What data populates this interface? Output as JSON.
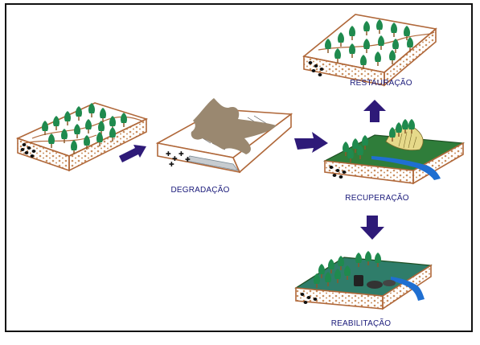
{
  "labels": {
    "degradacao": "DEGRADAÇÃO",
    "restauracao": "RESTAURAÇÃO",
    "recuperacao": "RECUPERAÇÃO",
    "reabilitacao": "REABILITAÇÃO"
  },
  "colors": {
    "arrow": "#2e1a78",
    "label": "#1a1a7a",
    "soil_outline": "#b0683a",
    "tree": "#1f8a4e",
    "grass": "#2f7d3a",
    "water": "#1f6fd1",
    "erosion": "#9a8870"
  }
}
